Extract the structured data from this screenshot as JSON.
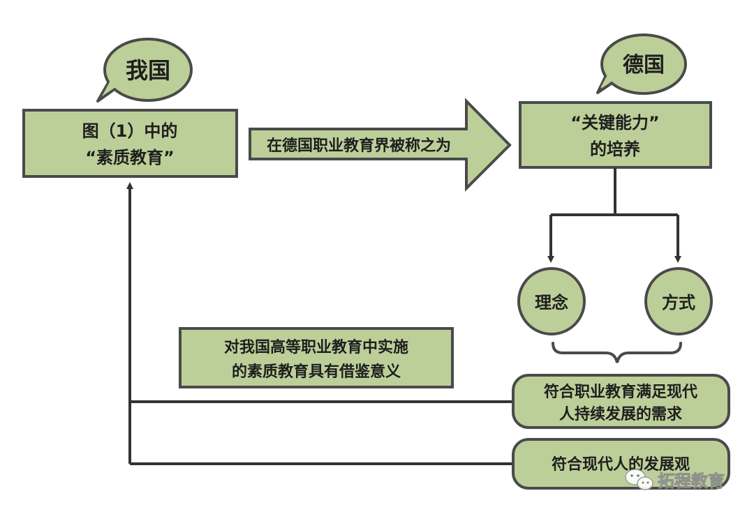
{
  "colors": {
    "fill": "#bdcf99",
    "stroke": "#4a4a4a",
    "line": "#333333",
    "text": "#1e1e1e"
  },
  "bubbles": {
    "china": "我国",
    "germany": "德国"
  },
  "boxes": {
    "china_quality": [
      "图（1）中的",
      "“素质教育”"
    ],
    "key_ability": [
      "“关键能力”",
      "的培养"
    ],
    "significance": [
      "对我国高等职业教育中实施",
      "的素质教育具有借鉴意义"
    ],
    "meet_needs": [
      "符合职业教育满足现代",
      "人持续发展的需求"
    ],
    "dev_view": [
      "符合现代人的发展观"
    ]
  },
  "arrow_label": "在德国职业教育界被称之为",
  "circles": {
    "concept": "理念",
    "method": "方式"
  },
  "watermark": {
    "icon": "wechat-icon",
    "text": "拓程教育"
  }
}
